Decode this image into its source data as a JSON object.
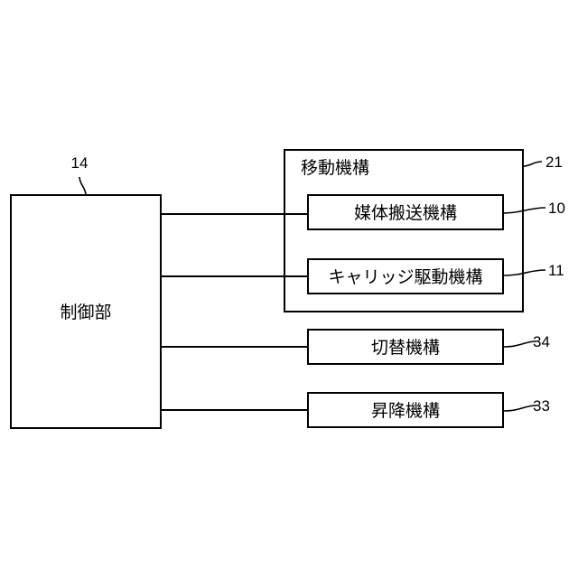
{
  "diagram": {
    "controller": {
      "label": "制御部",
      "ref": "14"
    },
    "movement_group": {
      "label": "移動機構",
      "ref": "21"
    },
    "blocks": [
      {
        "id": "media-transport",
        "label": "媒体搬送機構",
        "ref": "10"
      },
      {
        "id": "carriage-drive",
        "label": "キャリッジ駆動機構",
        "ref": "11"
      },
      {
        "id": "switching",
        "label": "切替機構",
        "ref": "34"
      },
      {
        "id": "lifting",
        "label": "昇降機構",
        "ref": "33"
      }
    ]
  }
}
